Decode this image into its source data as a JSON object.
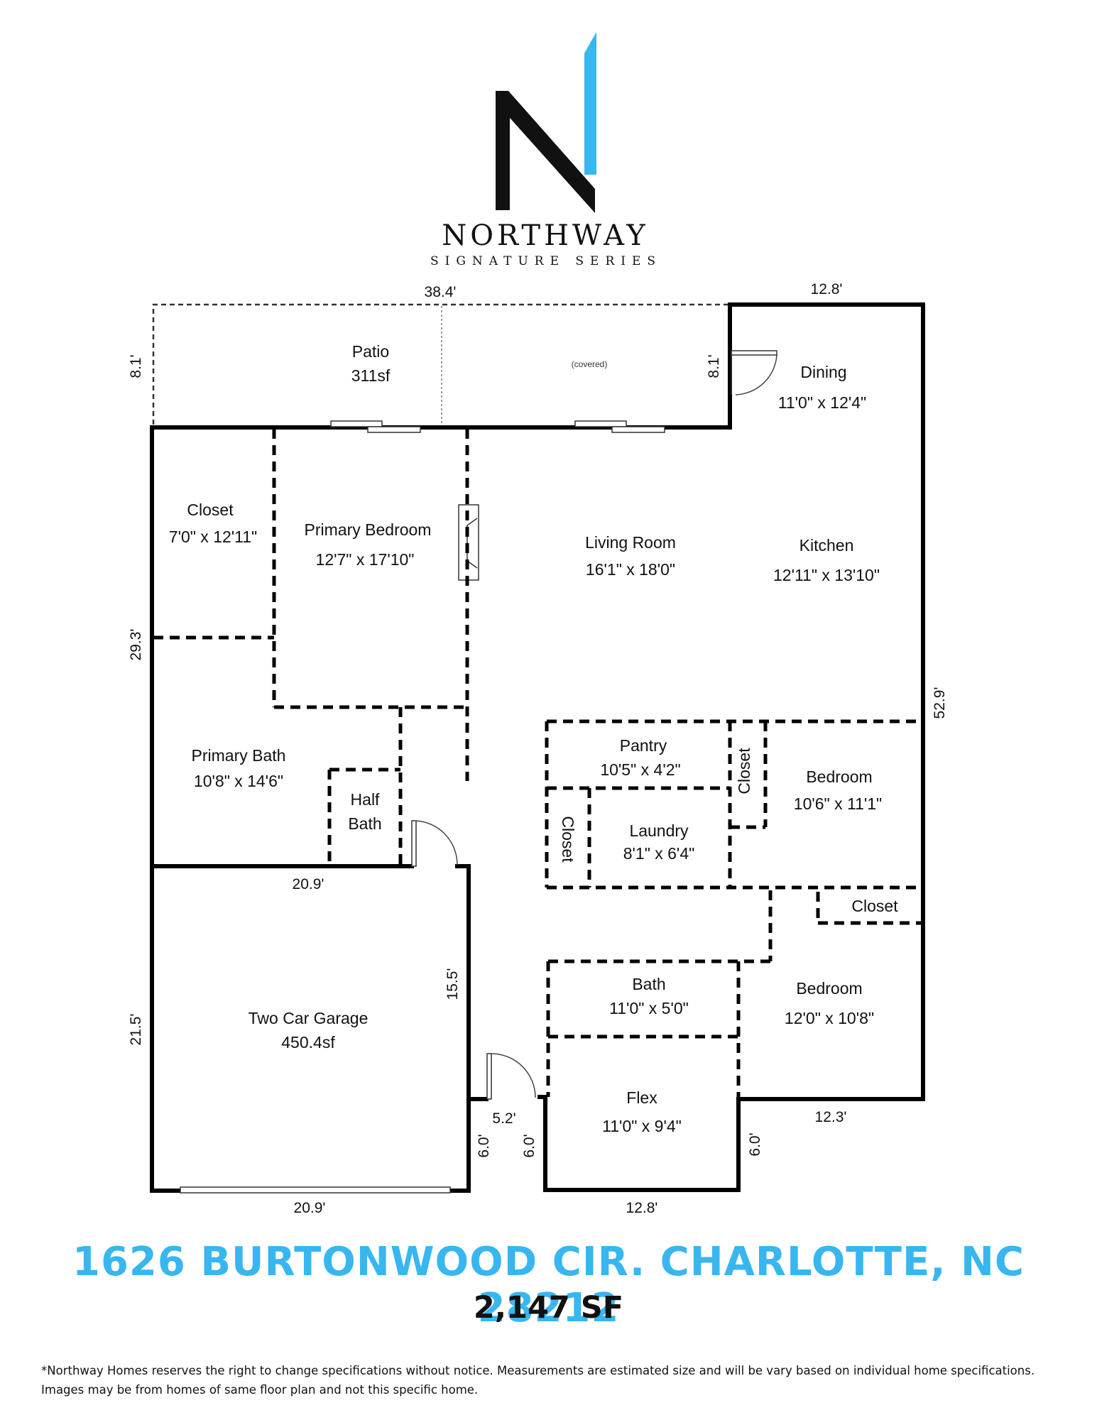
{
  "brand": {
    "name": "NORTHWAY",
    "subtitle": "SIGNATURE SERIES",
    "colors": {
      "dark": "#111111",
      "accent": "#38b6f0"
    }
  },
  "rooms": {
    "patio": {
      "name": "Patio",
      "size": "311sf",
      "note": "(covered)"
    },
    "dining": {
      "name": "Dining",
      "size": "11'0\" x 12'4\""
    },
    "closet_primary": {
      "name": "Closet",
      "size": "7'0\" x 12'11\""
    },
    "primary_bedroom": {
      "name": "Primary Bedroom",
      "size": "12'7\" x 17'10\""
    },
    "living_room": {
      "name": "Living Room",
      "size": "16'1\" x 18'0\""
    },
    "kitchen": {
      "name": "Kitchen",
      "size": "12'11\" x 13'10\""
    },
    "primary_bath": {
      "name": "Primary Bath",
      "size": "10'8\" x 14'6\""
    },
    "half_bath": {
      "name_line1": "Half",
      "name_line2": "Bath"
    },
    "pantry": {
      "name": "Pantry",
      "size": "10'5\" x 4'2\""
    },
    "closet_pantry": {
      "name": "Closet"
    },
    "bedroom_1": {
      "name": "Bedroom",
      "size": "10'6\" x 11'1\""
    },
    "closet_laundry": {
      "name": "Closet"
    },
    "laundry": {
      "name": "Laundry",
      "size": "8'1\" x 6'4\""
    },
    "closet_bedroom": {
      "name": "Closet"
    },
    "bath": {
      "name": "Bath",
      "size": "11'0\" x 5'0\""
    },
    "bedroom_2": {
      "name": "Bedroom",
      "size": "12'0\" x 10'8\""
    },
    "garage": {
      "name": "Two Car Garage",
      "size": "450.4sf"
    },
    "flex": {
      "name": "Flex",
      "size": "11'0\" x 9'4\""
    }
  },
  "dimensions": {
    "patio_width": "38.4'",
    "dining_top": "12.8'",
    "patio_depth_left": "8.1'",
    "patio_depth_right": "8.1'",
    "left_side": "29.3'",
    "right_side": "52.9'",
    "garage_top": "20.9'",
    "garage_right": "15.5'",
    "garage_left": "21.5'",
    "entry_width": "5.2'",
    "entry_left": "6.0'",
    "entry_right": "6.0'",
    "flex_right": "6.0'",
    "bedroom_bottom": "12.3'",
    "garage_bottom": "20.9'",
    "flex_bottom": "12.8'"
  },
  "listing": {
    "address": "1626 BURTONWOOD CIR. CHARLOTTE, NC 28212",
    "area": "2,147 SF"
  },
  "disclaimer": {
    "line1": "*Northway Homes reserves the right to change specifications without notice. Measurements are estimated size and will be vary based on individual home specifications.",
    "line2": "Images may be from homes of same floor plan and not this specific home."
  }
}
